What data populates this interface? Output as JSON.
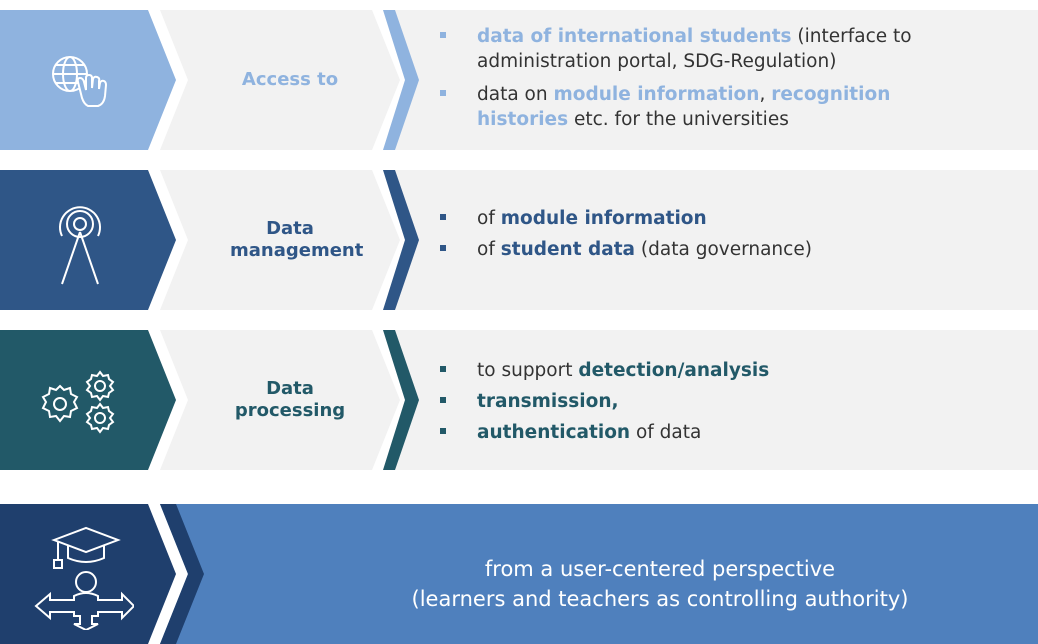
{
  "colors": {
    "row1_icon_bg": "#8fb3df",
    "row1_accent": "#8fb3df",
    "row2_icon_bg": "#2f5687",
    "row2_accent": "#2f5687",
    "row3_icon_bg": "#225968",
    "row3_accent": "#225968",
    "row4_icon_bg": "#1f3f6d",
    "row4_panel_bg": "#4f80bd",
    "panel_bg": "#f2f2f2",
    "text": "#333333"
  },
  "rows": [
    {
      "icon": "globe-hand-icon",
      "label": "Access to",
      "items": [
        [
          {
            "t": "data of international students",
            "b": true
          },
          {
            "t": " (interface to administration portal, SDG-Regulation)",
            "b": false
          }
        ],
        [
          {
            "t": "data on ",
            "b": false
          },
          {
            "t": "module information",
            "b": true
          },
          {
            "t": ", ",
            "b": false
          },
          {
            "t": "recognition histories",
            "b": true
          },
          {
            "t": " etc. for the universities",
            "b": false
          }
        ]
      ]
    },
    {
      "icon": "broadcast-tower-icon",
      "label": "Data management",
      "items": [
        [
          {
            "t": "of ",
            "b": false
          },
          {
            "t": "module information",
            "b": true
          }
        ],
        [
          {
            "t": "of ",
            "b": false
          },
          {
            "t": "student data",
            "b": true
          },
          {
            "t": " (data governance)",
            "b": false
          }
        ]
      ]
    },
    {
      "icon": "gears-icon",
      "label": "Data processing",
      "items": [
        [
          {
            "t": "to support ",
            "b": false
          },
          {
            "t": "detection/analysis",
            "b": true
          }
        ],
        [
          {
            "t": "transmission,",
            "b": true
          }
        ],
        [
          {
            "t": "authentication",
            "b": true
          },
          {
            "t": " of data",
            "b": false
          }
        ]
      ]
    },
    {
      "icon": "user-graduation-directions-icon",
      "text_line1": "from a user-centered perspective",
      "text_line2": "(learners and teachers as controlling authority)"
    }
  ]
}
